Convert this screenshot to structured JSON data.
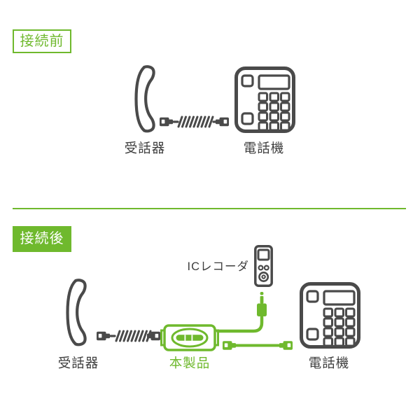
{
  "colors": {
    "green": "#6fb92d",
    "dark": "#4a4a4a",
    "text": "#3d3d3d",
    "background": "#ffffff"
  },
  "sections": {
    "before": {
      "tag_label": "接続前",
      "handset_label": "受話器",
      "phone_label": "電話機"
    },
    "after": {
      "tag_label": "接続後",
      "ic_recorder_label": "ICレコーダ",
      "handset_label": "受話器",
      "product_label": "本製品",
      "phone_label": "電話機"
    }
  },
  "icons": {
    "handset": "telephone-handset",
    "coiled_cord": "coiled-handset-cord",
    "rj_connector": "modular-plug",
    "telephone": "desk-phone-keypad",
    "ic_recorder": "ic-voice-recorder",
    "audio_plug": "audio-mini-plug",
    "product": "recording-adapter"
  }
}
